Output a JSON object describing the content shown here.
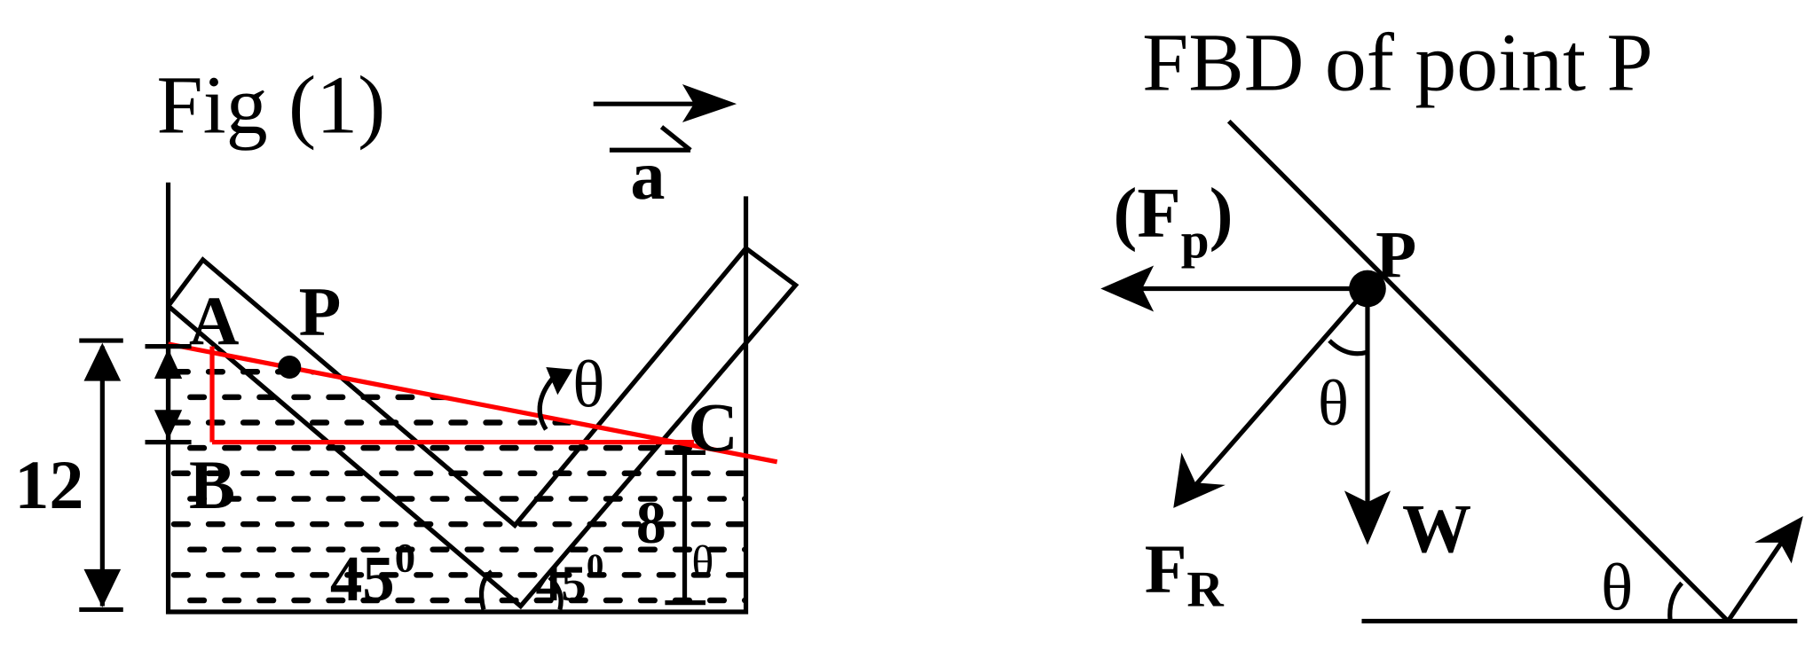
{
  "fig1": {
    "title": "Fig (1)",
    "accel_label": "a",
    "labels": {
      "A": "A",
      "B": "B",
      "C": "C",
      "P": "P"
    },
    "height_label": "12",
    "depth_label": "8",
    "theta": "θ",
    "angle_left": "45",
    "angle_right": "45",
    "degree": "0"
  },
  "fbd": {
    "title": "FBD of point P",
    "point": "P",
    "fp_open": "(F",
    "fp_sub": "p",
    "fp_close": ")",
    "weight": "W",
    "fr_main": "F",
    "fr_sub": "R",
    "theta1": "θ",
    "theta2": "θ"
  },
  "colors": {
    "line": "#000000",
    "surface": "#ff0000"
  }
}
